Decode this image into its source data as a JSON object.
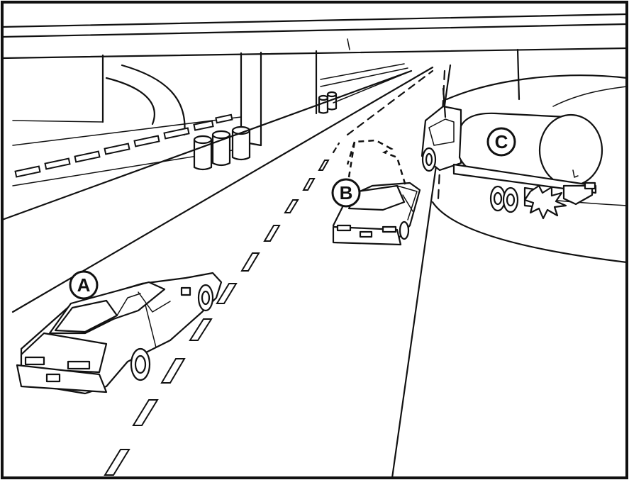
{
  "labels": {
    "vehicle_a": "A",
    "vehicle_b": "B",
    "vehicle_c": "C"
  },
  "colors": {
    "line": "#111111",
    "background": "#ffffff"
  }
}
